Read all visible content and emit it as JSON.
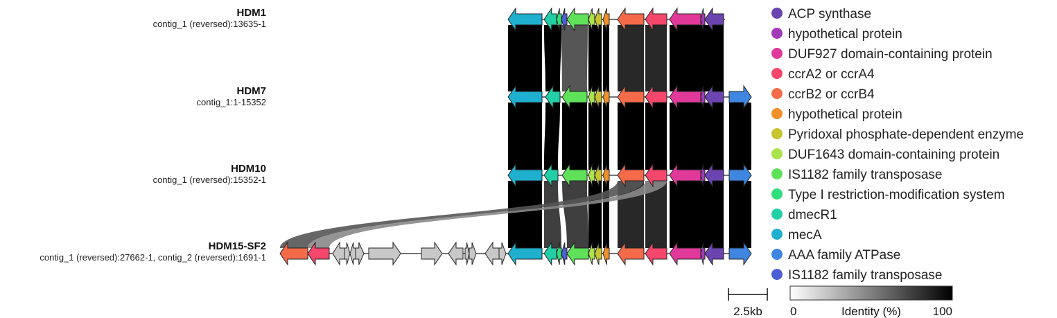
{
  "tracks": [
    {
      "name": "HDM1",
      "contig": "contig_1 (reversed):13635-1"
    },
    {
      "name": "HDM7",
      "contig": "contig_1:1-15352"
    },
    {
      "name": "HDM10",
      "contig": "contig_1 (reversed):15352-1"
    },
    {
      "name": "HDM15-SF2",
      "contig": "contig_1 (reversed):27662-1, contig_2 (reversed):1691-1"
    }
  ],
  "legend": [
    {
      "label": "ACP synthase",
      "color": "#6b44b0"
    },
    {
      "label": "hypothetical protein",
      "color": "#a33bb8"
    },
    {
      "label": "DUF927 domain-containing protein",
      "color": "#e0399a"
    },
    {
      "label": "ccrA2 or ccrA4",
      "color": "#f4476b"
    },
    {
      "label": "ccrB2 or ccrB4",
      "color": "#f56b4a"
    },
    {
      "label": "hypothetical protein",
      "color": "#f0902a"
    },
    {
      "label": "Pyridoxal phosphate-dependent enzyme",
      "color": "#c8c331"
    },
    {
      "label": "DUF1643 domain-containing protein",
      "color": "#a9e24a"
    },
    {
      "label": "IS1182 family transposase",
      "color": "#5fe25a"
    },
    {
      "label": "Type I restriction-modification system",
      "color": "#2ee07c"
    },
    {
      "label": "dmecR1",
      "color": "#22cfa7"
    },
    {
      "label": "mecA",
      "color": "#1fb0cf"
    },
    {
      "label": "AAA family ATPase",
      "color": "#3f86e0"
    },
    {
      "label": "IS1182 family transposase",
      "color": "#4d5fd4"
    }
  ],
  "scale_bar": {
    "label": "2.5kb"
  },
  "colorbar": {
    "min_label": "0",
    "title": "Identity (%)",
    "max_label": "100"
  },
  "unannotated_gene_color": "#c8c8c8"
}
